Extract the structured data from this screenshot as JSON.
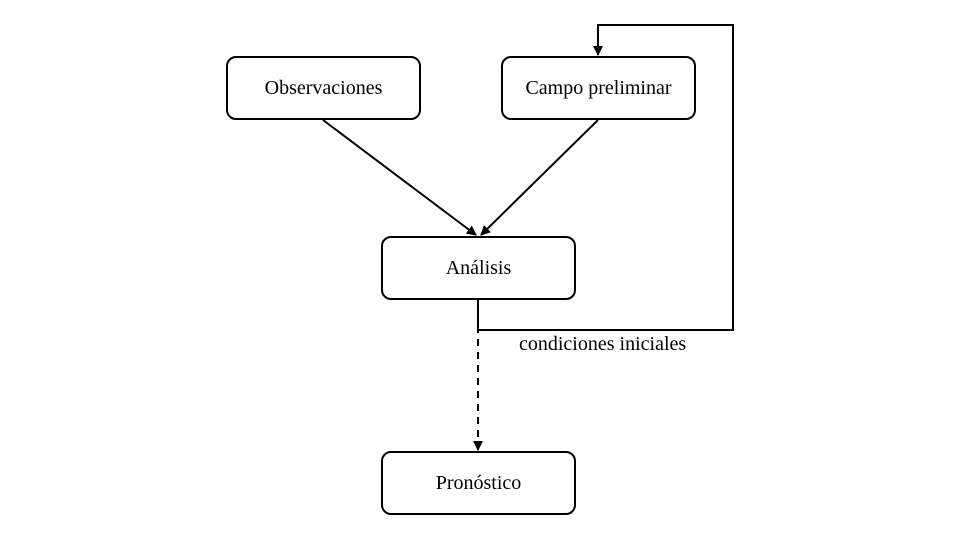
{
  "nodes": {
    "observaciones": "Observaciones",
    "campo_preliminar": "Campo preliminar",
    "analisis": "Análisis",
    "pronostico": "Pronóstico"
  },
  "edges": {
    "feedback_label": "condiciones iniciales"
  },
  "colors": {
    "stroke": "#000000",
    "background": "#ffffff"
  }
}
